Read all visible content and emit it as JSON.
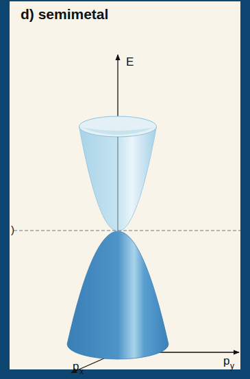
{
  "diagram": {
    "title": "d) semimetal",
    "labels": [
      "E",
      "p",
      "x",
      "p",
      "y",
      ")"
    ]
  }
}
